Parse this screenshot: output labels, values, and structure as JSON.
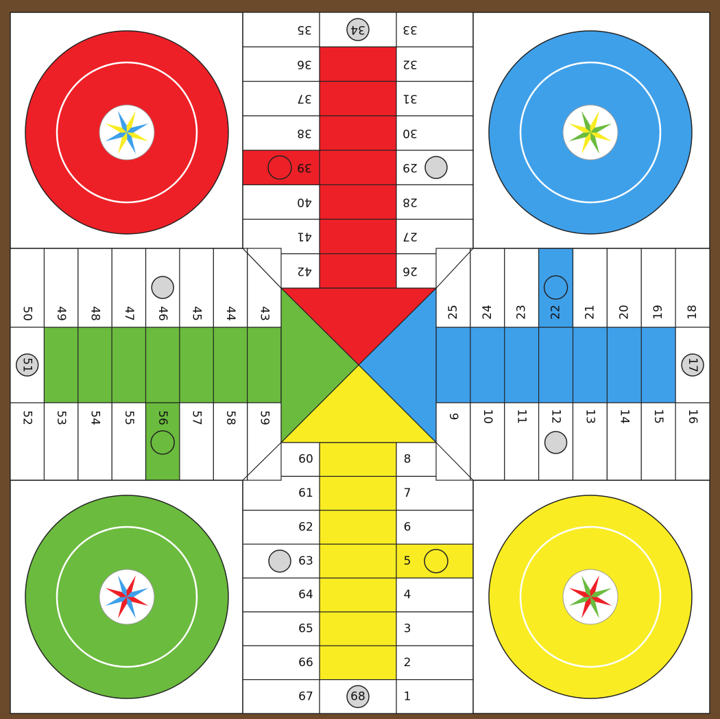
{
  "game": "Parchís board",
  "colors": {
    "frame": "#6b4a2b",
    "red": "#ee2027",
    "blue": "#3fa0ea",
    "green": "#6bbb3e",
    "yellow": "#f9ec23",
    "safe_circle": "#d5d5d5",
    "line": "#222222",
    "cell": "#ffffff"
  },
  "homes": [
    {
      "player": "red",
      "color": "#ee2027",
      "rose_colors": [
        "#f9ec23",
        "#3fa0ea"
      ]
    },
    {
      "player": "blue",
      "color": "#3fa0ea",
      "rose_colors": [
        "#f9ec23",
        "#6bbb3e"
      ]
    },
    {
      "player": "green",
      "color": "#6bbb3e",
      "rose_colors": [
        "#ee2027",
        "#3fa0ea"
      ]
    },
    {
      "player": "yellow",
      "color": "#f9ec23",
      "rose_colors": [
        "#ee2027",
        "#6bbb3e"
      ]
    }
  ],
  "track": {
    "bottom_right": [
      "8",
      "7",
      "6",
      "5",
      "4",
      "3",
      "2",
      "1"
    ],
    "bottom_left": [
      "60",
      "61",
      "62",
      "63",
      "64",
      "65",
      "66",
      "67"
    ],
    "bottom_center_label": "68",
    "right_bottom": [
      "9",
      "10",
      "11",
      "12",
      "13",
      "14",
      "15",
      "16"
    ],
    "right_top": [
      "25",
      "24",
      "23",
      "22",
      "21",
      "20",
      "19",
      "18"
    ],
    "right_center_label": "17",
    "top_right": [
      "26",
      "27",
      "28",
      "29",
      "30",
      "31",
      "32",
      "33"
    ],
    "top_left": [
      "42",
      "41",
      "40",
      "39",
      "38",
      "37",
      "36",
      "35"
    ],
    "top_center_label": "34",
    "left_top": [
      "43",
      "44",
      "45",
      "46",
      "47",
      "48",
      "49",
      "50"
    ],
    "left_bottom": [
      "59",
      "58",
      "57",
      "56",
      "55",
      "54",
      "53",
      "52"
    ],
    "left_center_label": "51"
  },
  "safe_squares": [
    "5",
    "12",
    "17",
    "22",
    "29",
    "34",
    "39",
    "46",
    "51",
    "56",
    "63",
    "68"
  ]
}
